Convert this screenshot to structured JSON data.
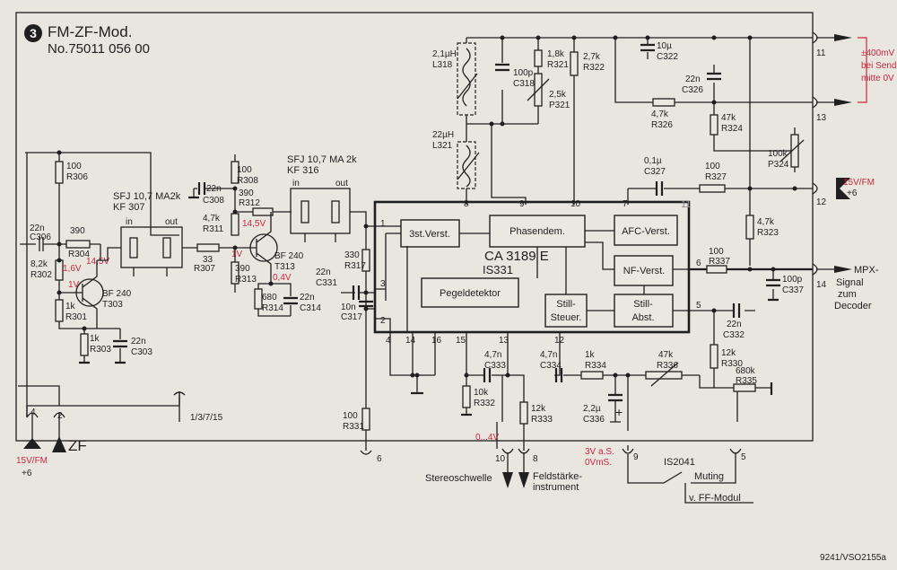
{
  "badge": "3",
  "title": "FM-ZF-Mod.",
  "model": "No.75011 056 00",
  "ref": "9241/VSO2155a",
  "ic": {
    "name": "CA 3189 E",
    "alt": "IS331"
  },
  "blocks": {
    "amp": "3st.Verst.",
    "phase": "Phasendem.",
    "afc": "AFC-Verst.",
    "nf": "NF-Verst.",
    "level": "Pegeldetektor",
    "mute_ctrl": [
      "Still-",
      "Steuer."
    ],
    "mute_att": [
      "Still-",
      "Abst."
    ]
  },
  "pins": [
    "1",
    "2",
    "3",
    "4",
    "5",
    "6",
    "7",
    "8",
    "9",
    "10",
    "11",
    "12",
    "13",
    "14",
    "15",
    "16"
  ],
  "filters": [
    {
      "name": "SFJ 10,7 MA2k",
      "ref": "KF 307",
      "in": "in",
      "out": "out"
    },
    {
      "name": "SFJ 10,7 MA 2k",
      "ref": "KF 316",
      "in": "in",
      "out": "out"
    }
  ],
  "components": [
    {
      "v": "22n",
      "r": "C306"
    },
    {
      "v": "390",
      "r": "R304"
    },
    {
      "v": "100",
      "r": "R306"
    },
    {
      "v": "8,2k",
      "r": "R302"
    },
    {
      "v": "1k",
      "r": "R301"
    },
    {
      "v": "1k",
      "r": "R303"
    },
    {
      "v": "22n",
      "r": "C303"
    },
    {
      "v": "BF 240",
      "r": "T303"
    },
    {
      "v": "33",
      "r": "R307"
    },
    {
      "v": "4,7k",
      "r": "R311"
    },
    {
      "v": "22n",
      "r": "C308"
    },
    {
      "v": "390",
      "r": "R312"
    },
    {
      "v": "100",
      "r": "R308"
    },
    {
      "v": "390",
      "r": "R313"
    },
    {
      "v": "BF 240",
      "r": "T313"
    },
    {
      "v": "680",
      "r": "R314"
    },
    {
      "v": "22n",
      "r": "C314"
    },
    {
      "v": "330",
      "r": "R317"
    },
    {
      "v": "22n",
      "r": "C331"
    },
    {
      "v": "10n",
      "r": "C317"
    },
    {
      "v": "100",
      "r": "R331"
    },
    {
      "v": "2,1µH",
      "r": "L318"
    },
    {
      "v": "22µH",
      "r": "L321"
    },
    {
      "v": "100p",
      "r": "C318"
    },
    {
      "v": "1,8k",
      "r": "R321"
    },
    {
      "v": "2,5k",
      "r": "P321"
    },
    {
      "v": "2,7k",
      "r": "R322"
    },
    {
      "v": "10µ",
      "r": "C322"
    },
    {
      "v": "22n",
      "r": "C326"
    },
    {
      "v": "4,7k",
      "r": "R326"
    },
    {
      "v": "47k",
      "r": "R324"
    },
    {
      "v": "100k",
      "r": "P324"
    },
    {
      "v": "0,1µ",
      "r": "C327"
    },
    {
      "v": "100",
      "r": "R327"
    },
    {
      "v": "4,7k",
      "r": "R323"
    },
    {
      "v": "100",
      "r": "R337"
    },
    {
      "v": "100p",
      "r": "C337"
    },
    {
      "v": "22n",
      "r": "C332"
    },
    {
      "v": "12k",
      "r": "R330"
    },
    {
      "v": "680k",
      "r": "R335"
    },
    {
      "v": "4,7n",
      "r": "C333"
    },
    {
      "v": "10k",
      "r": "R332"
    },
    {
      "v": "12k",
      "r": "R333"
    },
    {
      "v": "4,7n",
      "r": "C334"
    },
    {
      "v": "1k",
      "r": "R334"
    },
    {
      "v": "2,2µ",
      "r": "C336"
    },
    {
      "v": "47k",
      "r": "R336"
    }
  ],
  "voltages": {
    "v145a": "14,5V",
    "v16": "1,6V",
    "v1a": "1V",
    "v145b": "14,5V",
    "v1b": "1V",
    "v04": "0,4V"
  },
  "connectors": {
    "out_afc": [
      "±400mV",
      "bei Sender-",
      "mitte 0V"
    ],
    "supply_right": [
      "15V/FM",
      "+6"
    ],
    "mpx": [
      "MPX-",
      "Signal",
      "zum",
      "Decoder"
    ],
    "supply_left": [
      "15V/FM",
      "+6"
    ],
    "zf": "ZF",
    "gnd": "1/3/7/15",
    "stereo": "Stereoschwelle",
    "field": [
      "Feldstärke-",
      "instrument"
    ],
    "range": "0...4V",
    "tuning": [
      "3V a.S.",
      "0VmS."
    ],
    "switch": "IS2041",
    "muting": "Muting",
    "ff": "v. FF-Modul"
  },
  "colors": {
    "ink": "#1f1f1f",
    "red": "#c8283c",
    "paper": "#e9e6e0"
  }
}
